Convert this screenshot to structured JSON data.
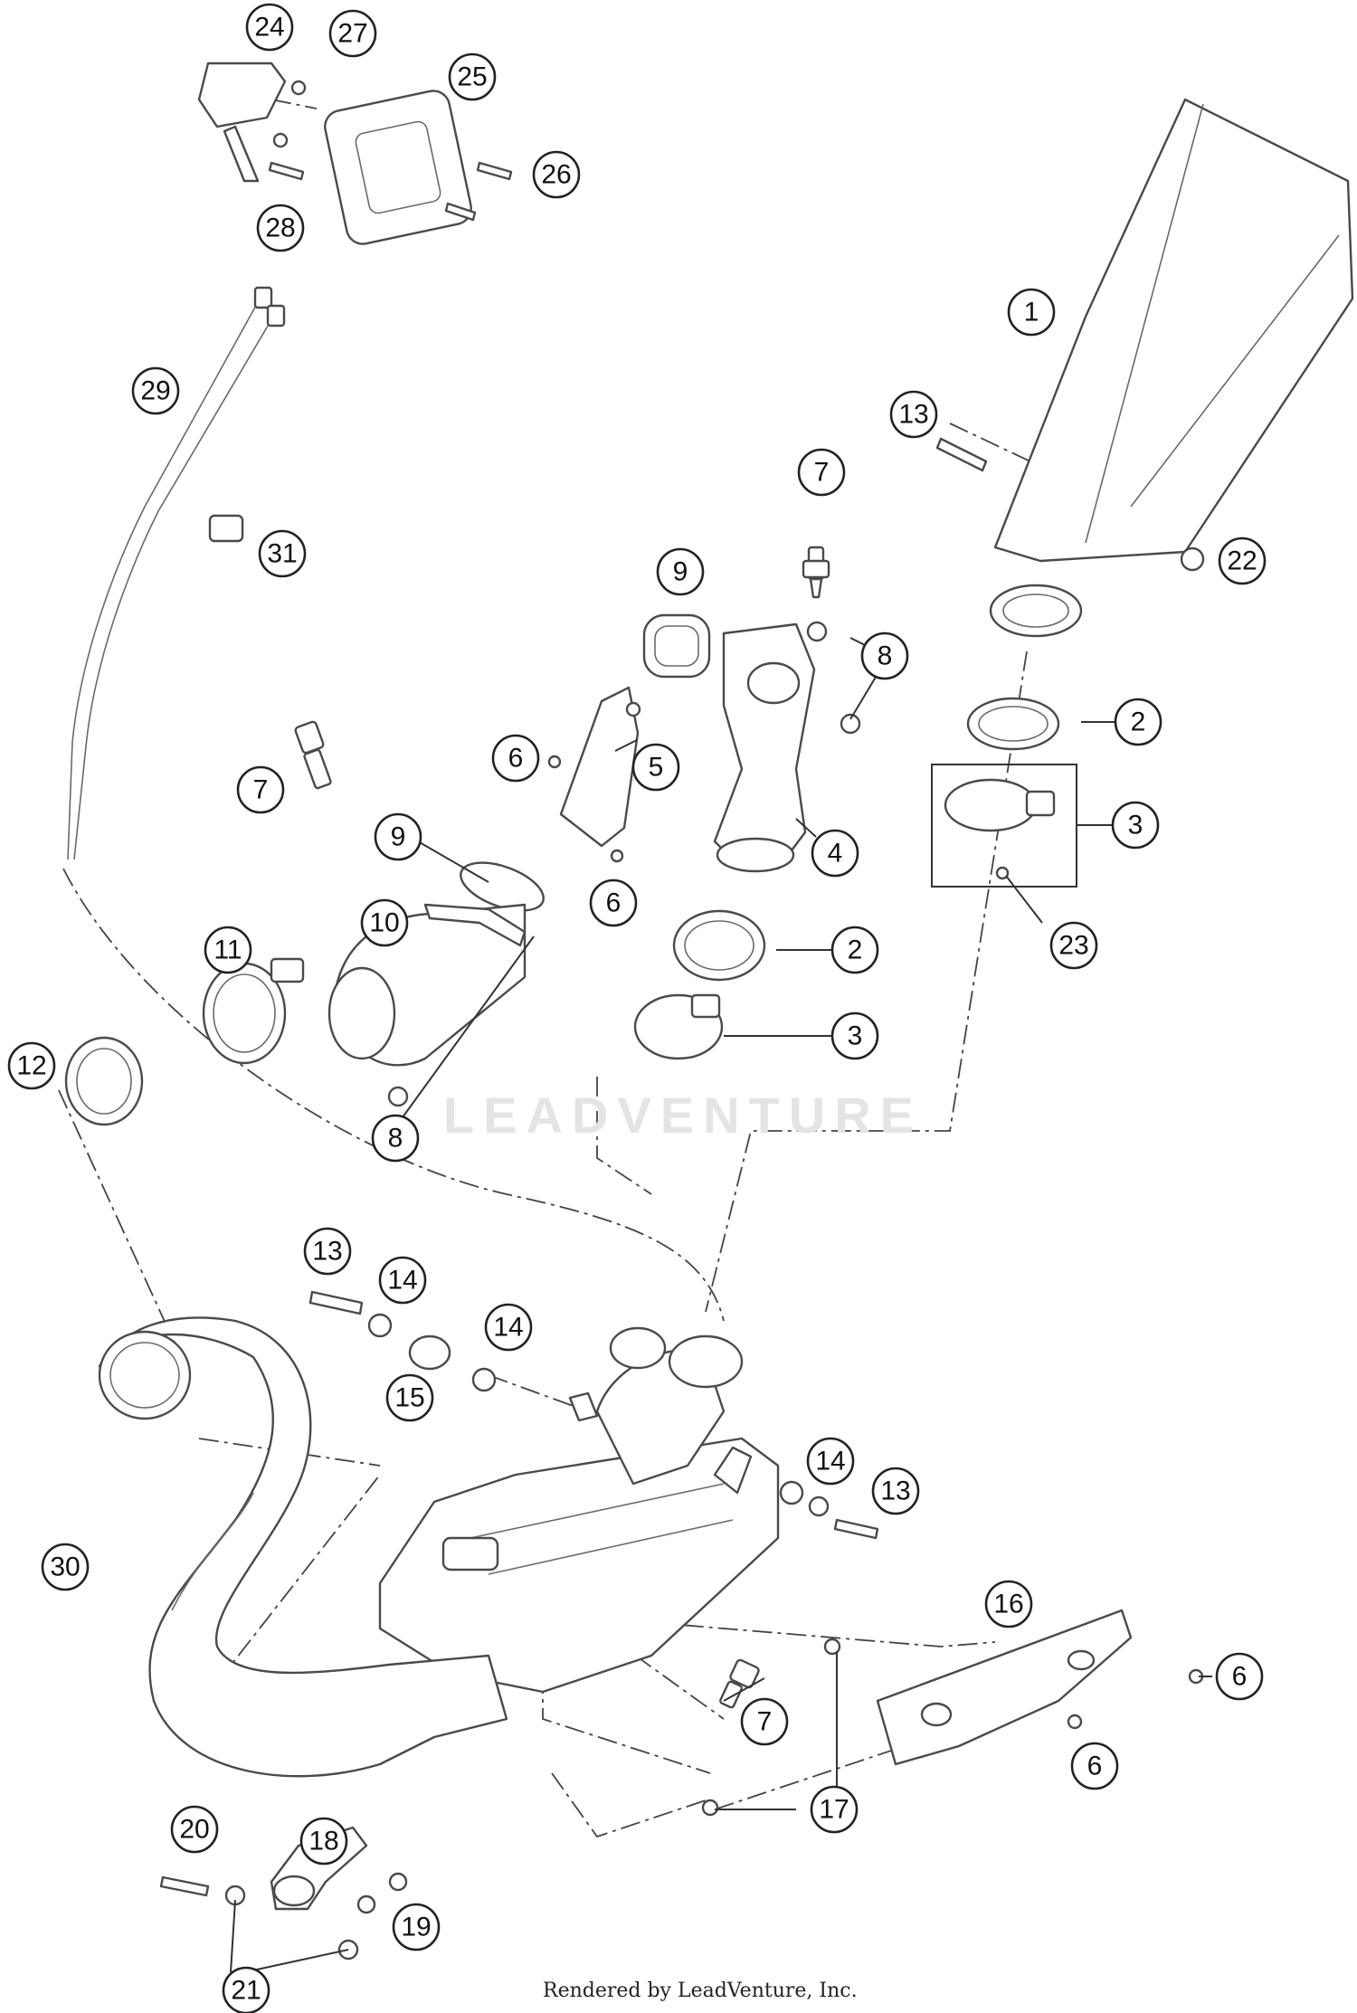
{
  "watermark": "LEADVENTURE",
  "credit": "Rendered by LeadVenture, Inc.",
  "callouts": [
    "1",
    "2",
    "2",
    "3",
    "3",
    "4",
    "5",
    "6",
    "6",
    "6",
    "6",
    "7",
    "7",
    "7",
    "8",
    "8",
    "9",
    "9",
    "10",
    "11",
    "12",
    "13",
    "13",
    "13",
    "14",
    "14",
    "14",
    "15",
    "16",
    "17",
    "18",
    "19",
    "20",
    "21",
    "22",
    "23",
    "24",
    "25",
    "26",
    "27",
    "28",
    "29",
    "30",
    "31"
  ]
}
